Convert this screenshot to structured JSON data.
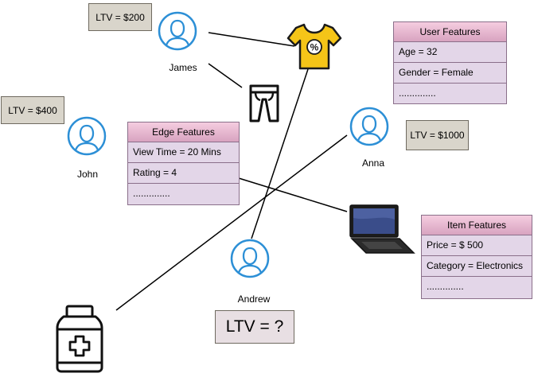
{
  "people": [
    {
      "id": "james",
      "name": "James"
    },
    {
      "id": "john",
      "name": "John"
    },
    {
      "id": "anna",
      "name": "Anna"
    },
    {
      "id": "andrew",
      "name": "Andrew"
    }
  ],
  "ltv": {
    "james": "LTV = $200",
    "john": "LTV = $400",
    "anna": "LTV = $1000",
    "andrew": "LTV = ?"
  },
  "user_features": {
    "title": "User Features",
    "rows": [
      "Age = 32",
      "Gender = Female",
      ".............."
    ]
  },
  "edge_features": {
    "title": "Edge Features",
    "rows": [
      "View Time = 20 Mins",
      "Rating = 4",
      ".............."
    ]
  },
  "item_features": {
    "title": "Item Features",
    "rows": [
      "Price = $ 500",
      "Category = Electronics",
      ".............."
    ]
  },
  "icons": {
    "person": "person-icon",
    "shirt": "tshirt-discount-icon",
    "pants": "pants-icon",
    "laptop": "laptop-icon",
    "medicine": "medicine-bottle-icon",
    "shirt_badge": "%"
  },
  "colors": {
    "person_blue": "#2c8fd6",
    "shirt_yellow": "#f5c518",
    "ltv_box": "#d9d5cb",
    "table_header": "#e8b3cc",
    "table_row": "#e3d6e8"
  }
}
